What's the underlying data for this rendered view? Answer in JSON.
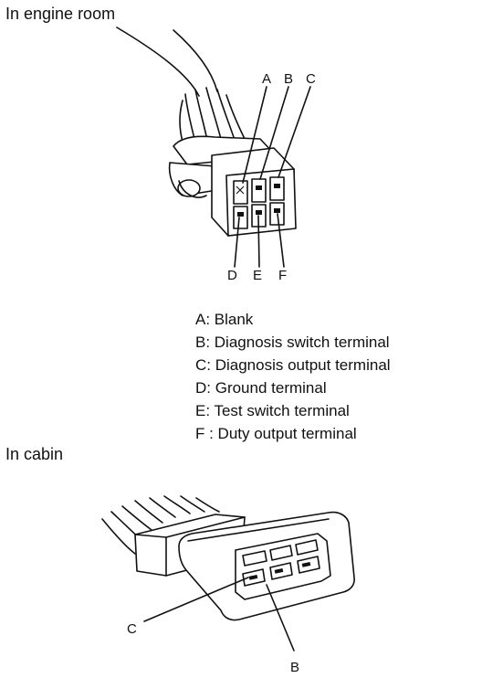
{
  "sections": {
    "engine_room_title": "In engine room",
    "cabin_title": "In cabin"
  },
  "connector_top_labels": [
    "A",
    "B",
    "C"
  ],
  "connector_bottom_labels": [
    "D",
    "E",
    "F"
  ],
  "legend": [
    "A: Blank",
    "B: Diagnosis switch terminal",
    "C: Diagnosis output terminal",
    "D: Ground terminal",
    "E: Test switch terminal",
    "F : Duty output terminal"
  ],
  "cabin_labels": {
    "c": "C",
    "b": "B"
  }
}
